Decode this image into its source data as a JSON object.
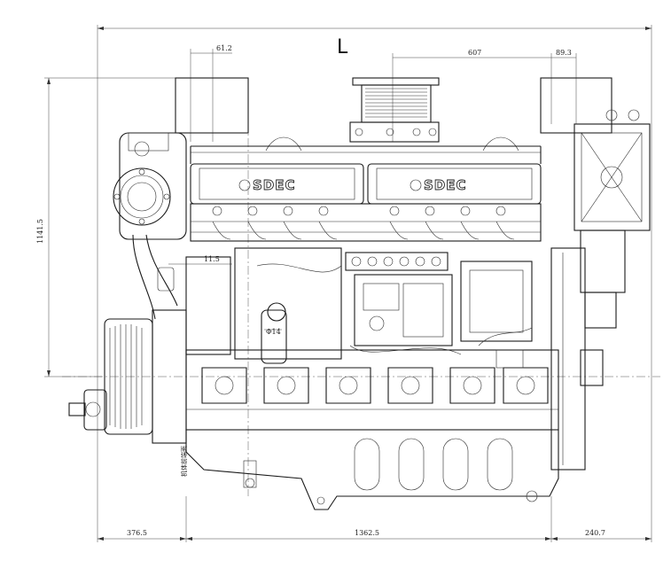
{
  "drawing": {
    "overall_length_label": "L",
    "brand_logo": "SDEC",
    "dimensions": {
      "top_offset_left": "61.2",
      "top_offset_mid": "607",
      "top_offset_right": "89.3",
      "height_total": "1141.5",
      "small_offset": "11.5",
      "flywheel_dim": "Φ14",
      "bottom_left": "376.5",
      "bottom_middle": "1362.5",
      "bottom_right": "240.7"
    },
    "side_note": "机体前端面"
  }
}
